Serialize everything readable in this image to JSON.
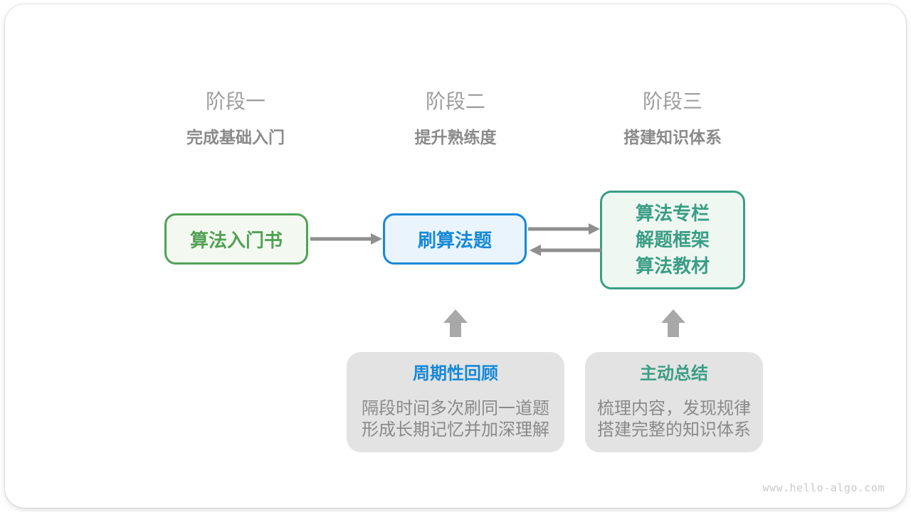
{
  "colors": {
    "green": "#52A155",
    "green-bg": "#F3F9F1",
    "blue": "#1688D8",
    "blue-bg": "#EAF4FC",
    "teal": "#3A9E84",
    "teal-bg": "#EFF7F3",
    "arrow": "#8F8F8F",
    "block-arrow": "#A8A8A8",
    "callout-bg": "#E3E3E3",
    "stage-label": "#9C9C9C",
    "stage-sub": "#8A8A8A",
    "body-text": "#8A8A8A",
    "watermark": "#C9C9C9"
  },
  "stages": [
    {
      "label": "阶段一",
      "subtitle": "完成基础入门"
    },
    {
      "label": "阶段二",
      "subtitle": "提升熟练度"
    },
    {
      "label": "阶段三",
      "subtitle": "搭建知识体系"
    }
  ],
  "nodes": {
    "intro_book": {
      "label": "算法入门书"
    },
    "practice": {
      "label": "刷算法题"
    },
    "knowledge": {
      "lines": [
        "算法专栏",
        "解题框架",
        "算法教材"
      ]
    }
  },
  "callouts": [
    {
      "title": "周期性回顾",
      "lines": [
        "隔段时间多次刷同一道题",
        "形成长期记忆并加深理解"
      ]
    },
    {
      "title": "主动总结",
      "lines": [
        "梳理内容，发现规律",
        "搭建完整的知识体系"
      ]
    }
  ],
  "watermark": "www.hello-algo.com"
}
